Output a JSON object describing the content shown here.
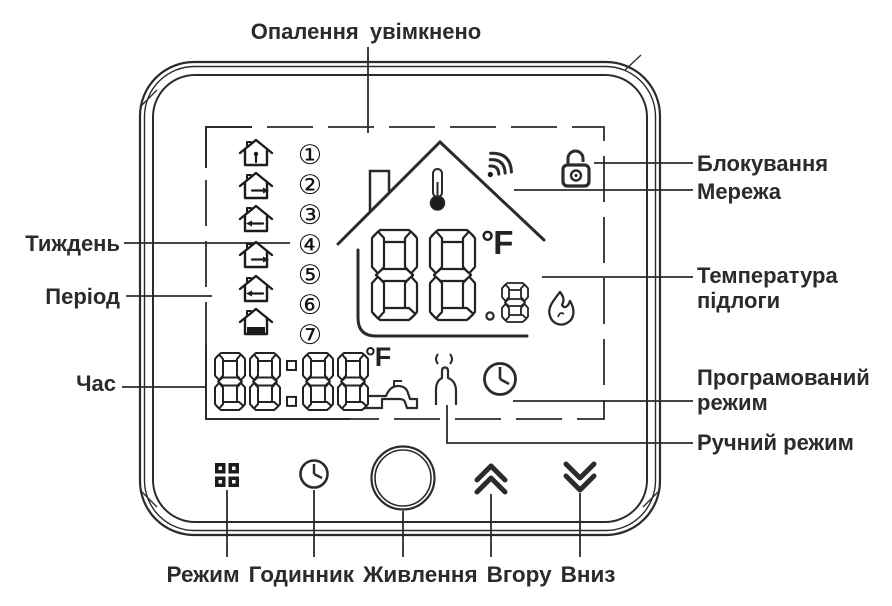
{
  "callouts": {
    "heating_on": "Опалення увімкнено",
    "week": "Тиждень",
    "period": "Період",
    "time": "Час",
    "lock": "Блокування",
    "network": "Мережа",
    "floor_temp": "Температура підлоги",
    "program_mode": "Програмований режим",
    "manual_mode": "Ручний режим"
  },
  "buttons": [
    {
      "id": "mode",
      "icon": "grid-icon",
      "label": "Режим"
    },
    {
      "id": "clock",
      "icon": "clock-icon",
      "label": "Годинник"
    },
    {
      "id": "power",
      "icon": "power-circle",
      "label": "Живлення"
    },
    {
      "id": "up",
      "icon": "chevrons-up-icon",
      "label": "Вгору"
    },
    {
      "id": "down",
      "icon": "chevrons-down-icon",
      "label": "Вниз"
    }
  ],
  "display": {
    "week_days": [
      "①",
      "②",
      "③",
      "④",
      "⑤",
      "⑥",
      "⑦"
    ],
    "temp_value": "88",
    "temp_unit": "°F",
    "floor_value": "8",
    "time_value": "88:88",
    "time_unit": "°F",
    "icons": {
      "wifi": "wifi-signal-icon",
      "lock": "padlock-icon",
      "house": "house-roof-with-thermometer",
      "flame": "flame-icon",
      "hot_water": "tap-icon",
      "manual": "hand-icon",
      "program": "clock-icon",
      "periods": "house-period-icons-1-6"
    }
  }
}
